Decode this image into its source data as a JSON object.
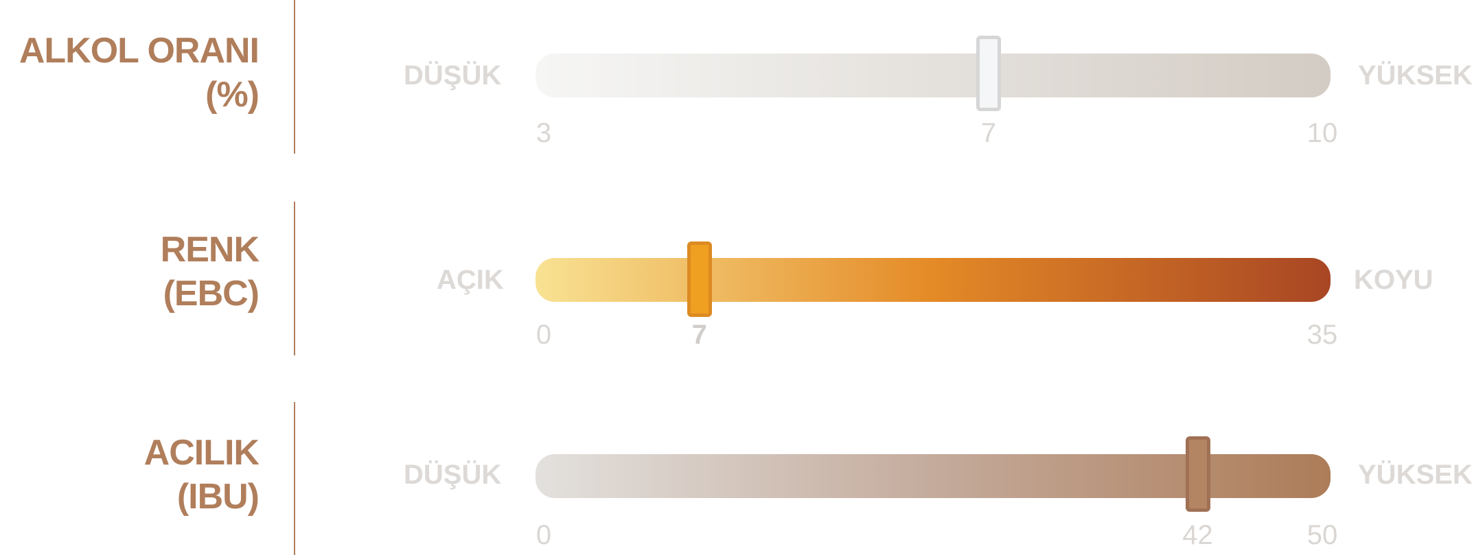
{
  "sliders": [
    {
      "title_line1": "ALKOL ORANI",
      "title_line2": "(%)",
      "left_label": "DÜŞÜK",
      "right_label": "YÜKSEK",
      "min": 3,
      "max": 10,
      "value": 7,
      "min_label": "3",
      "value_label": "7",
      "max_label": "10",
      "gradient": [
        "#f6f6f5",
        "#d3ccc4"
      ],
      "thumb_fill": "#f5f6f7",
      "thumb_border": "#d6d6d6",
      "value_bold": false
    },
    {
      "title_line1": "RENK",
      "title_line2": "(EBC)",
      "left_label": "AÇIK",
      "right_label": "KOYU",
      "min": 0,
      "max": 35,
      "value": 7,
      "min_label": "0",
      "value_label": "7",
      "max_label": "35",
      "gradient": [
        "#f8e293",
        "#e48a26",
        "#a84624"
      ],
      "thumb_fill": "#efa021",
      "thumb_border": "#dc8a22",
      "value_bold": true
    },
    {
      "title_line1": "ACILIK",
      "title_line2": "(IBU)",
      "left_label": "DÜŞÜK",
      "right_label": "YÜKSEK",
      "min": 0,
      "max": 50,
      "value": 42,
      "min_label": "0",
      "value_label": "42",
      "max_label": "50",
      "gradient": [
        "#e3e1de",
        "#c4ab9c",
        "#ad7c58"
      ],
      "thumb_fill": "#b48563",
      "thumb_border": "#a07155",
      "value_bold": false
    }
  ]
}
